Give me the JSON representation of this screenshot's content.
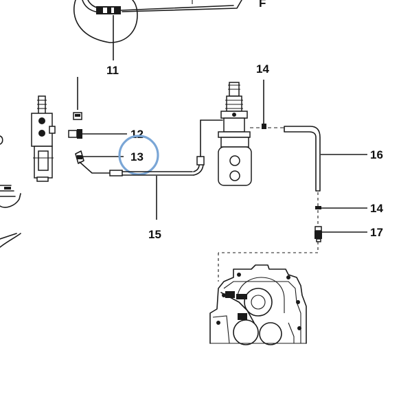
{
  "callouts": {
    "c11": "11",
    "c12": "12",
    "c13": "13",
    "c14a": "14",
    "c14b": "14",
    "c15": "15",
    "c16": "16",
    "c17": "17",
    "f_partial": "F"
  },
  "highlight": {
    "target": "13",
    "color": "#7aa6d6"
  }
}
